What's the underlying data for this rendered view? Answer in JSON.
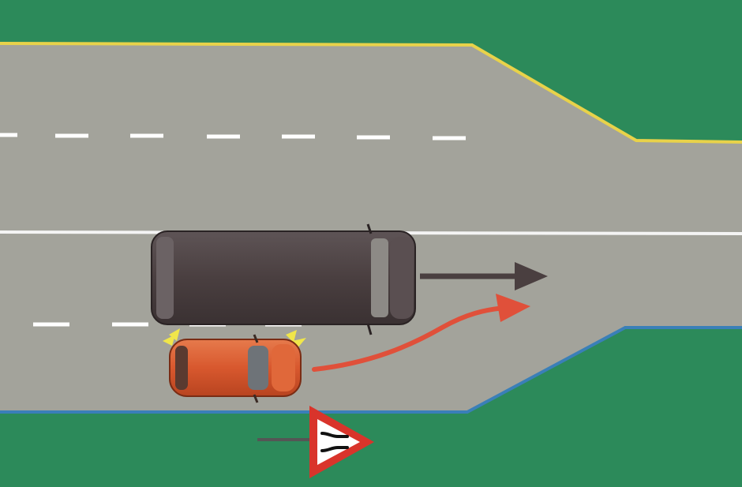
{
  "scene": {
    "type": "traffic-rule-illustration",
    "road_sign": {
      "name": "road-narrows-warning",
      "shape": "triangle",
      "border_color": "#d9342b",
      "fill_color": "#ffffff"
    },
    "vehicles": [
      {
        "name": "van",
        "color": "#4a3f40",
        "movement": "straight",
        "arrow_color": "#4a3f40"
      },
      {
        "name": "car",
        "color": "#d8582e",
        "movement": "merge-left",
        "arrow_color": "#e0503a",
        "hazard_lights": true
      }
    ],
    "colors": {
      "grass": "#2c8a5a",
      "road": "#a3a39b",
      "upper_edge_line": "#e8d24a",
      "lower_edge_line": "#3a7fb8",
      "lane_marking": "#ffffff"
    }
  }
}
